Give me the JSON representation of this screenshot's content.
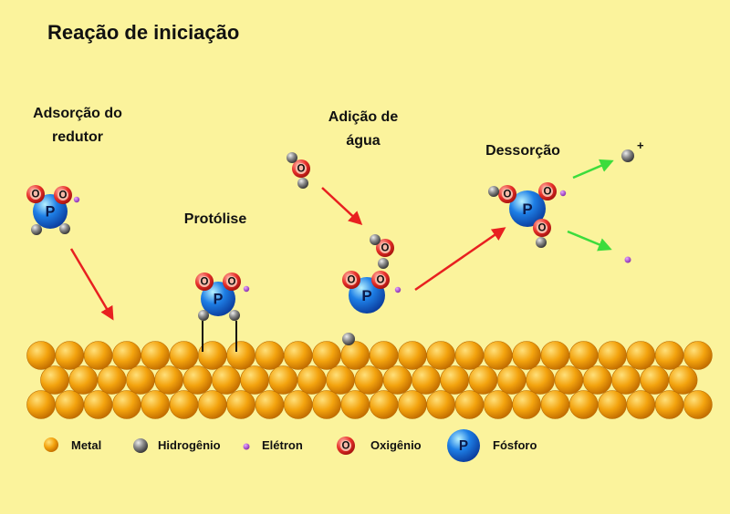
{
  "title": "Reação de iniciação",
  "steps": {
    "adsorption": [
      "Adsorção do",
      "redutor"
    ],
    "protolysis": "Protólise",
    "water_addition": [
      "Adição de",
      "água"
    ],
    "desorption": "Dessorção"
  },
  "atom_letters": {
    "oxygen": "O",
    "phosphorus": "P"
  },
  "ion_charge": "+",
  "legend": {
    "metal": "Metal",
    "hydrogen": "Hidrogênio",
    "electron": "Elétron",
    "oxygen": "Oxigênio",
    "phosphorus": "Fósforo"
  },
  "colors": {
    "background": "#FBF39C",
    "metal": "#F3A30E",
    "hydrogen": "#6f6f6f",
    "electron": "#A545C6",
    "oxygen": "#E8302A",
    "phosphorus": "#1E7FE6",
    "reaction_arrow": "#E82020",
    "product_arrow": "#3CDC3C"
  }
}
